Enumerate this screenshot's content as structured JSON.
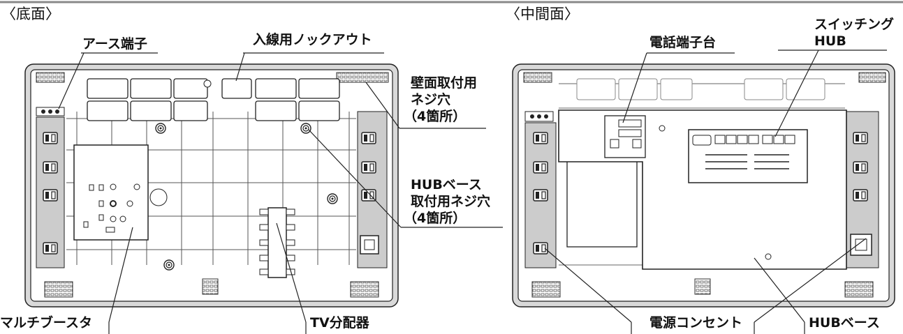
{
  "sections": {
    "bottom": "〈底面〉",
    "middle": "〈中間面〉"
  },
  "labels": {
    "earth_terminal": "アース端子",
    "knockout": "入線用ノックアウト",
    "wall_screw_1": "壁面取付用",
    "wall_screw_2": "ネジ穴",
    "wall_screw_3": "（4箇所）",
    "hub_base_screw_1": "HUBベース",
    "hub_base_screw_2": "取付用ネジ穴",
    "hub_base_screw_3": "（4箇所）",
    "multi_booster": "マルチブースタ",
    "tv_splitter": "TV分配器",
    "phone_terminal": "電話端子台",
    "switching_hub_1": "スイッチング",
    "switching_hub_2": "HUB",
    "power_outlet": "電源コンセント",
    "hub_base": "HUBベース"
  }
}
